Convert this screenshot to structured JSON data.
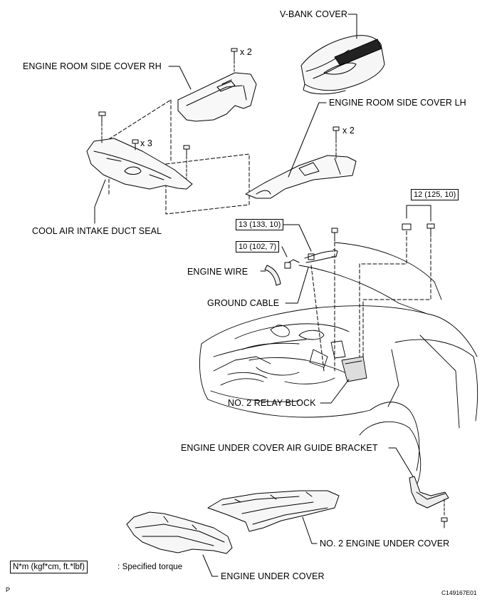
{
  "labels": {
    "v_bank_cover": "V-BANK COVER",
    "engine_room_side_cover_rh": "ENGINE ROOM SIDE COVER RH",
    "engine_room_side_cover_lh": "ENGINE ROOM SIDE COVER LH",
    "cool_air_intake_duct_seal": "COOL AIR INTAKE DUCT SEAL",
    "engine_wire": "ENGINE WIRE",
    "ground_cable": "GROUND CABLE",
    "no2_relay_block": "NO. 2 RELAY BLOCK",
    "engine_under_cover_air_guide_bracket": "ENGINE UNDER COVER AIR GUIDE BRACKET",
    "no2_engine_under_cover": "NO. 2 ENGINE UNDER COVER",
    "engine_under_cover": "ENGINE UNDER COVER"
  },
  "quantities": {
    "rh_clips": "x 2",
    "lh_clips": "x 2",
    "seal_clips": "x 3"
  },
  "torques": {
    "relay_block_nut": "12 (125, 10)",
    "ground_cable_upper": "13 (133, 10)",
    "ground_cable_lower": "10 (102, 7)"
  },
  "legend": {
    "box": "N*m (kgf*cm, ft.*lbf)",
    "text": ": Specified torque"
  },
  "footer": {
    "left_mark": "P",
    "figure_id": "C149167E01"
  }
}
